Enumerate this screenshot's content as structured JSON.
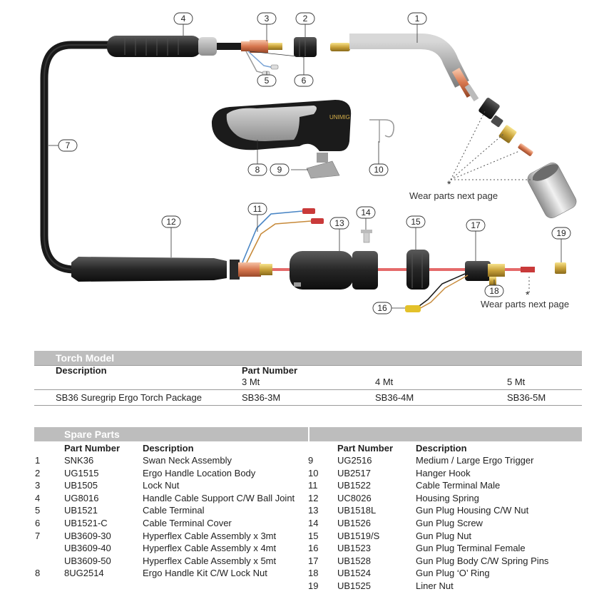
{
  "callouts": [
    "1",
    "2",
    "3",
    "4",
    "5",
    "6",
    "7",
    "8",
    "9",
    "10",
    "11",
    "12",
    "13",
    "14",
    "15",
    "16",
    "17",
    "18",
    "19"
  ],
  "brand_logo_text": "UNIMIG",
  "wear_note_top": "Wear parts next page",
  "wear_note_bottom": "Wear parts next page",
  "star": "*",
  "torch_model": {
    "title": "Torch Model",
    "col_description": "Description",
    "col_part_number": "Part Number",
    "lengths": [
      "3 Mt",
      "4 Mt",
      "5 Mt"
    ],
    "row": {
      "description": "SB36 Suregrip Ergo Torch Package",
      "parts": [
        "SB36-3M",
        "SB36-4M",
        "SB36-5M"
      ]
    }
  },
  "spare_parts": {
    "title": "Spare Parts",
    "col_part_number": "Part Number",
    "col_description": "Description",
    "left": [
      {
        "no": "1",
        "part": "SNK36",
        "desc": "Swan Neck Assembly"
      },
      {
        "no": "2",
        "part": "UG1515",
        "desc": "Ergo Handle Location Body"
      },
      {
        "no": "3",
        "part": "UB1505",
        "desc": "Lock Nut"
      },
      {
        "no": "4",
        "part": "UG8016",
        "desc": "Handle Cable Support C/W Ball Joint"
      },
      {
        "no": "5",
        "part": "UB1521",
        "desc": "Cable Terminal"
      },
      {
        "no": "6",
        "part": "UB1521-C",
        "desc": "Cable Terminal Cover"
      },
      {
        "no": "7",
        "part": "UB3609-30",
        "desc": "Hyperflex Cable Assembly x 3mt"
      },
      {
        "no": "",
        "part": "UB3609-40",
        "desc": "Hyperflex Cable Assembly x 4mt"
      },
      {
        "no": "",
        "part": "UB3609-50",
        "desc": "Hyperflex Cable Assembly x 5mt"
      },
      {
        "no": "8",
        "part": "8UG2514",
        "desc": "Ergo Handle Kit C/W Lock Nut"
      }
    ],
    "right": [
      {
        "no": "9",
        "part": "UG2516",
        "desc": "Medium / Large Ergo Trigger"
      },
      {
        "no": "10",
        "part": "UB2517",
        "desc": "Hanger Hook"
      },
      {
        "no": "11",
        "part": "UB1522",
        "desc": "Cable Terminal Male"
      },
      {
        "no": "12",
        "part": "UC8026",
        "desc": "Housing Spring"
      },
      {
        "no": "13",
        "part": "UB1518L",
        "desc": "Gun Plug Housing C/W Nut"
      },
      {
        "no": "14",
        "part": "UB1526",
        "desc": "Gun Plug Screw"
      },
      {
        "no": "15",
        "part": "UB1519/S",
        "desc": "Gun Plug Nut"
      },
      {
        "no": "16",
        "part": "UB1523",
        "desc": "Gun Plug Terminal Female"
      },
      {
        "no": "17",
        "part": "UB1528",
        "desc": "Gun Plug Body C/W Spring Pins"
      },
      {
        "no": "18",
        "part": "UB1524",
        "desc": "Gun Plug ‘O’ Ring"
      },
      {
        "no": "19",
        "part": "UB1525",
        "desc": "Liner  Nut"
      }
    ]
  }
}
